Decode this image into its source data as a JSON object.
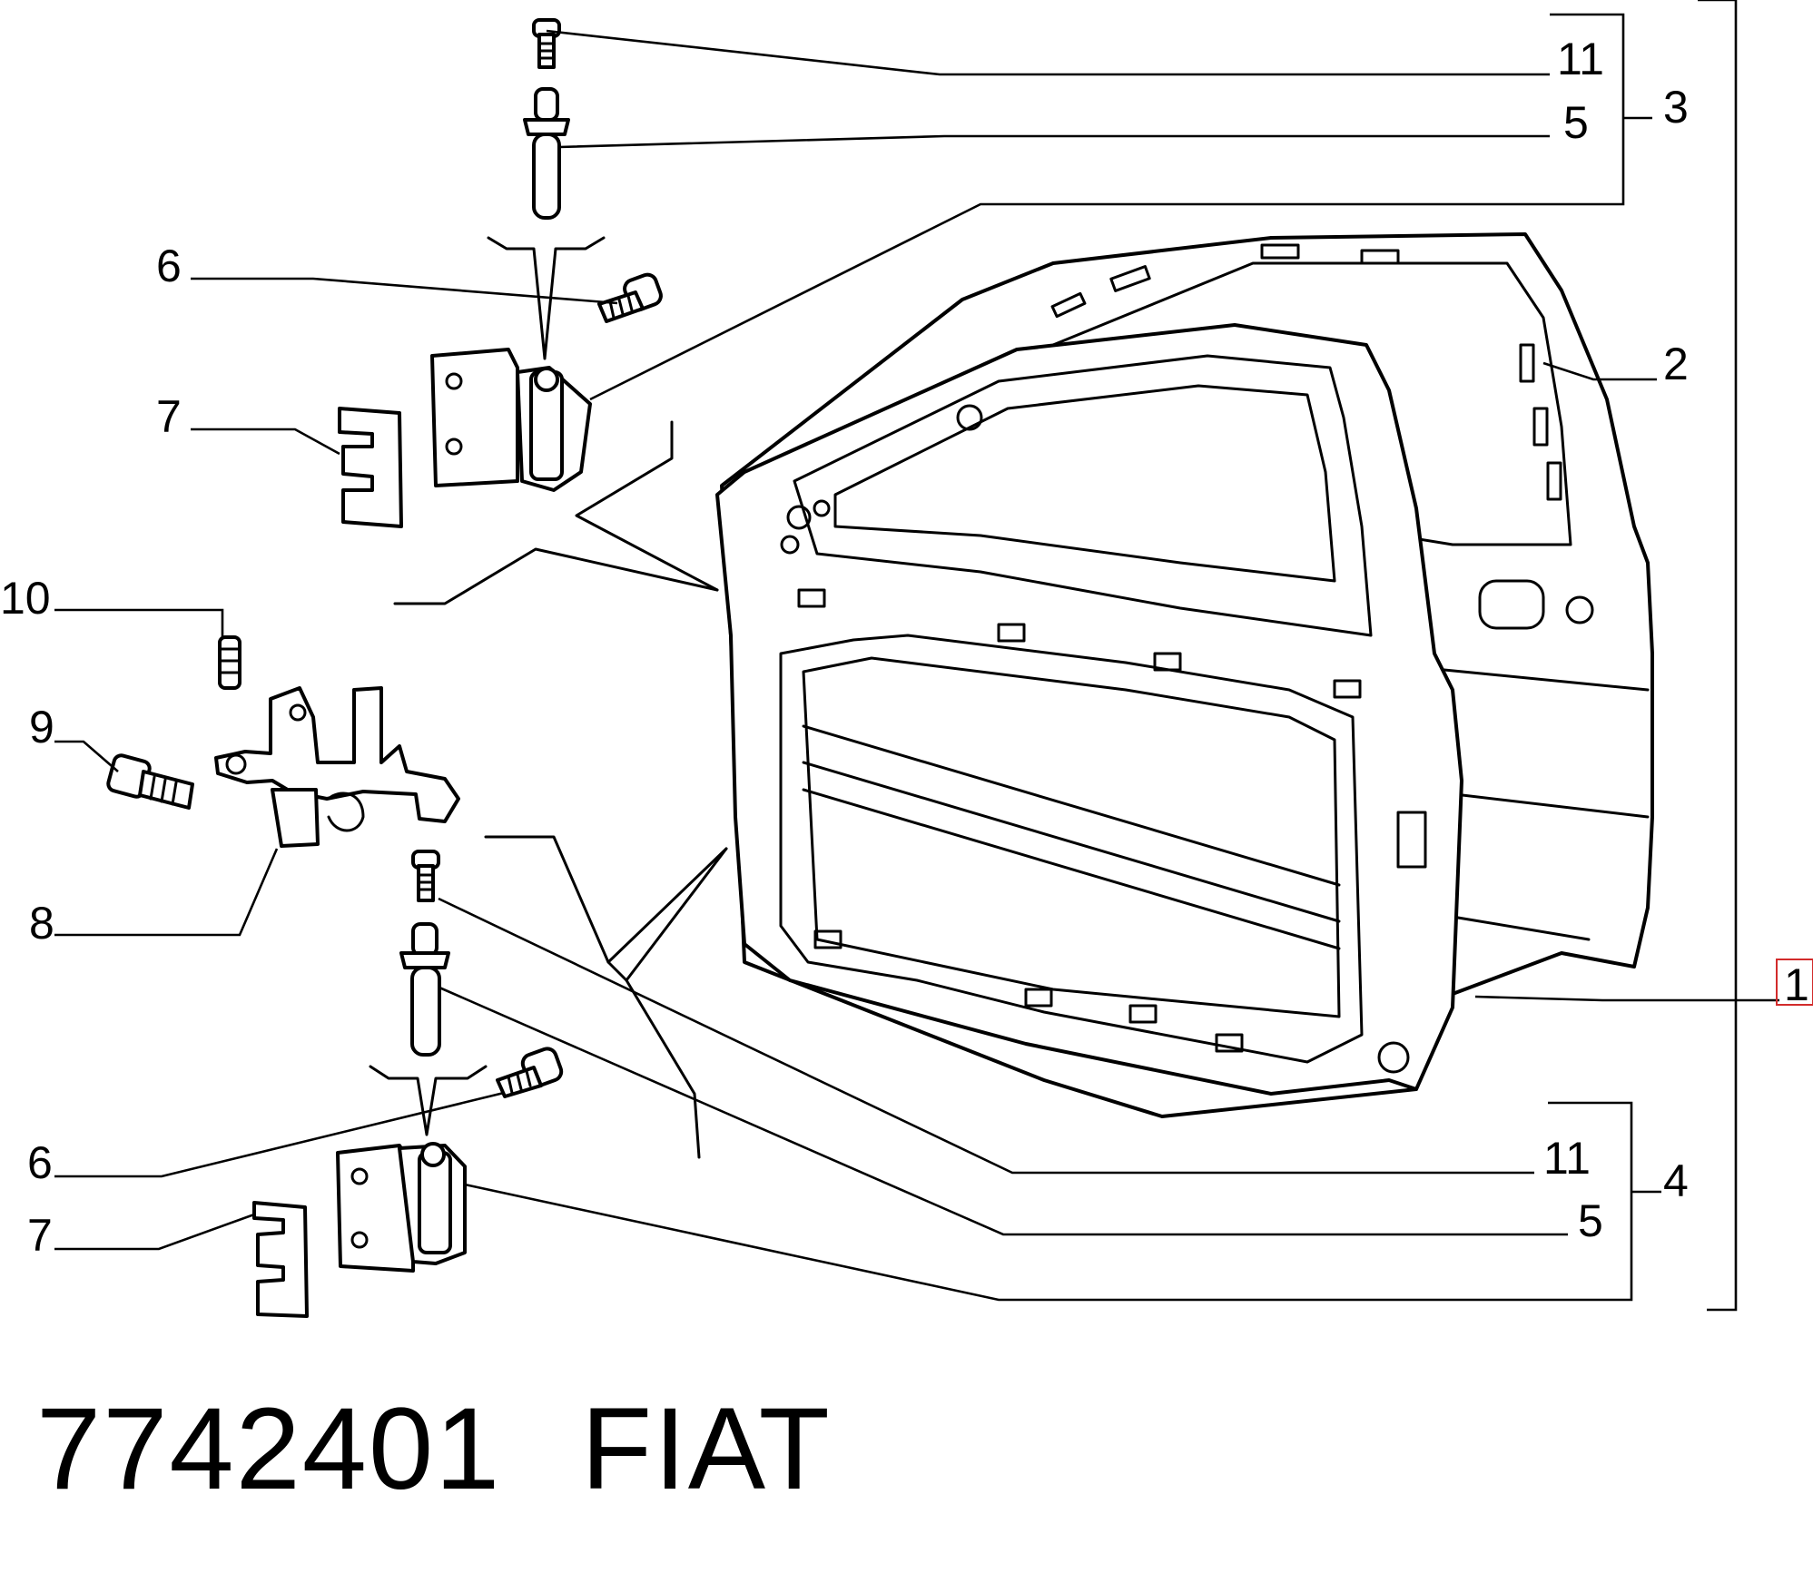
{
  "footer": {
    "part_number": "7742401",
    "brand": "FIAT"
  },
  "callouts": {
    "c1": "1",
    "c2": "2",
    "c3": "3",
    "c4": "4",
    "c5_top": "5",
    "c5_bottom": "5",
    "c6_top": "6",
    "c6_bottom": "6",
    "c7_top": "7",
    "c7_bottom": "7",
    "c8": "8",
    "c9": "9",
    "c10": "10",
    "c11_top": "11",
    "c11_bottom": "11"
  },
  "colors": {
    "highlight_box": "#d22b2b",
    "line": "#000000"
  }
}
